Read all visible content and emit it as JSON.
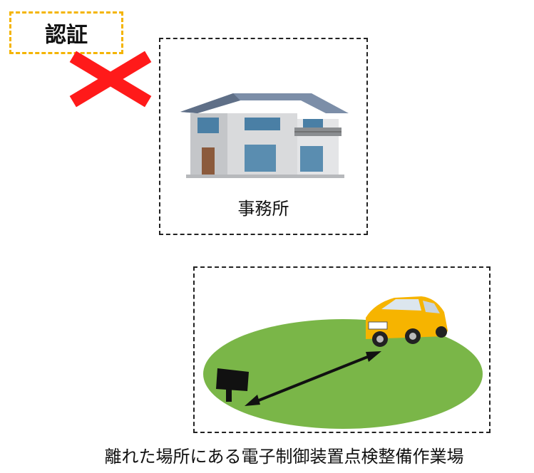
{
  "certification": {
    "label": "認証",
    "status_icon": "red-x-icon",
    "border_color": "#f4b400",
    "x_color": "#ff1a1a"
  },
  "office": {
    "label": "事務所",
    "icon": "house-icon"
  },
  "site": {
    "caption": "離れた場所にある電子制御装置点検整備作業場",
    "ground_color": "#7ab648",
    "car_color": "#f6b400",
    "icons": [
      "sign-icon",
      "car-icon",
      "double-arrow-icon"
    ]
  }
}
